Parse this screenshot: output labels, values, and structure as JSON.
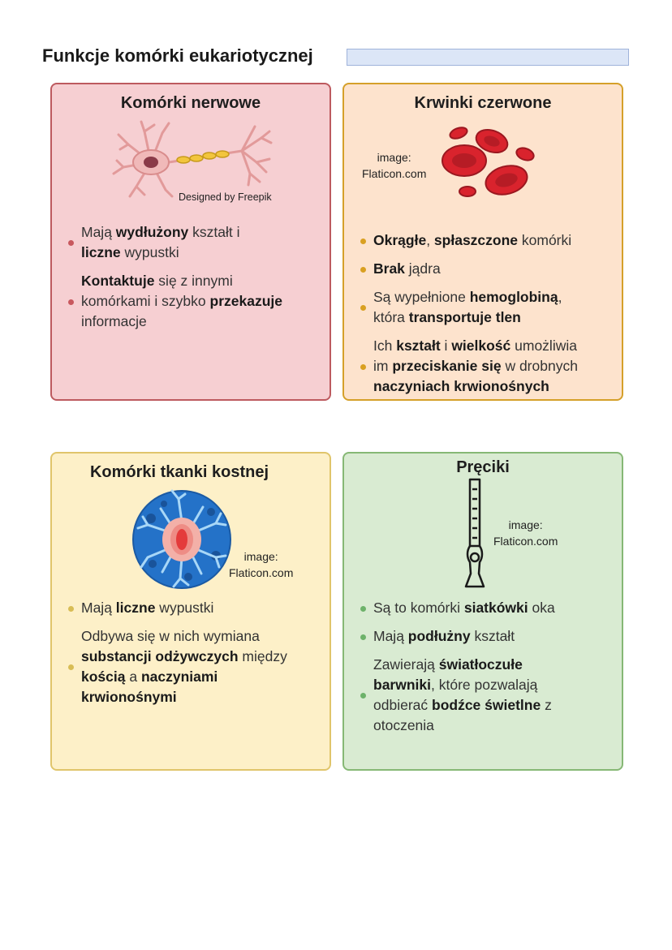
{
  "page": {
    "title": "Funkcje komórki eukariotycznej"
  },
  "cards": {
    "nerve": {
      "title": "Komórki nerwowe",
      "credit": "Designed by Freepik",
      "image_icon": "neuron-icon",
      "bullets": [
        [
          {
            "t": "Mają "
          },
          {
            "t": "wydłużony",
            "b": true
          },
          {
            "t": " kształt i"
          },
          {
            "t": "\n"
          },
          {
            "t": "liczne",
            "b": true
          },
          {
            "t": " wypustki"
          }
        ],
        [
          {
            "t": "Kontaktuje",
            "b": true
          },
          {
            "t": " się z innymi"
          },
          {
            "t": "\n"
          },
          {
            "t": "komórkami i szybko "
          },
          {
            "t": "przekazuje",
            "b": true
          },
          {
            "t": "\n"
          },
          {
            "t": "informacje"
          }
        ]
      ]
    },
    "blood": {
      "title": "Krwinki czerwone",
      "credit": "image:\nFlaticon.com",
      "image_icon": "red-blood-cells-icon",
      "bullets": [
        [
          {
            "t": "Okrągłe",
            "b": true
          },
          {
            "t": ", "
          },
          {
            "t": "spłaszczone",
            "b": true
          },
          {
            "t": " komórki"
          }
        ],
        [
          {
            "t": "Brak",
            "b": true
          },
          {
            "t": " jądra"
          }
        ],
        [
          {
            "t": "Są wypełnione "
          },
          {
            "t": "hemoglobiną",
            "b": true
          },
          {
            "t": ","
          },
          {
            "t": "\n"
          },
          {
            "t": "która "
          },
          {
            "t": "transportuje tlen",
            "b": true
          }
        ],
        [
          {
            "t": "Ich "
          },
          {
            "t": "kształt",
            "b": true
          },
          {
            "t": " i "
          },
          {
            "t": "wielkość",
            "b": true
          },
          {
            "t": " umożliwia"
          },
          {
            "t": "\n"
          },
          {
            "t": "im "
          },
          {
            "t": "przeciskanie się",
            "b": true
          },
          {
            "t": " w drobnych"
          },
          {
            "t": "\n"
          },
          {
            "t": "naczyniach krwionośnych",
            "b": true
          }
        ]
      ]
    },
    "bone": {
      "title": "Komórki tkanki kostnej",
      "credit": "image:\nFlaticon.com",
      "image_icon": "bone-cell-icon",
      "bullets": [
        [
          {
            "t": "Mają "
          },
          {
            "t": "liczne",
            "b": true
          },
          {
            "t": " wypustki"
          }
        ],
        [
          {
            "t": "Odbywa się w nich wymiana"
          },
          {
            "t": "\n"
          },
          {
            "t": "substancji odżywczych",
            "b": true
          },
          {
            "t": " między"
          },
          {
            "t": "\n"
          },
          {
            "t": "kością",
            "b": true
          },
          {
            "t": " a "
          },
          {
            "t": "naczyniami",
            "b": true
          },
          {
            "t": "\n"
          },
          {
            "t": "krwionośnymi",
            "b": true
          }
        ]
      ]
    },
    "rod": {
      "title": "Pręciki",
      "credit": "image:\nFlaticon.com",
      "image_icon": "rod-cell-icon",
      "bullets": [
        [
          {
            "t": "Są to komórki "
          },
          {
            "t": "siatkówki",
            "b": true
          },
          {
            "t": " oka"
          }
        ],
        [
          {
            "t": "Mają "
          },
          {
            "t": "podłużny",
            "b": true
          },
          {
            "t": " kształt"
          }
        ],
        [
          {
            "t": "Zawierają "
          },
          {
            "t": "światłoczułe",
            "b": true
          },
          {
            "t": "\n"
          },
          {
            "t": "barwniki",
            "b": true
          },
          {
            "t": ", które pozwalają"
          },
          {
            "t": "\n"
          },
          {
            "t": "odbierać "
          },
          {
            "t": "bodźce świetlne",
            "b": true
          },
          {
            "t": " z"
          },
          {
            "t": "\n"
          },
          {
            "t": "otoczenia"
          }
        ]
      ]
    }
  },
  "colors": {
    "nerve_bg": "#f6cfd2",
    "nerve_border": "#bd5a5f",
    "blood_bg": "#fde3cd",
    "blood_border": "#d5a02a",
    "bone_bg": "#fdf0c8",
    "bone_border": "#e0c56b",
    "rod_bg": "#d9ebd2",
    "rod_border": "#86b875"
  }
}
